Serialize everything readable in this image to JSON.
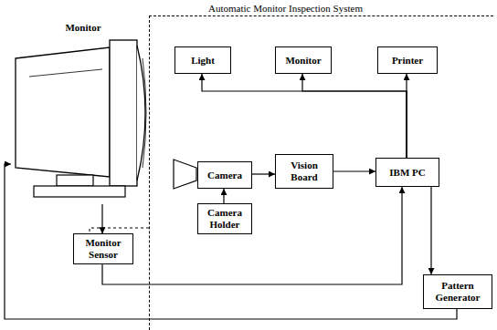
{
  "diagram": {
    "nodes": [
      {
        "text": [
          "Automatic Monitor Inspection System"
        ]
      },
      {
        "text": [
          "Light"
        ],
        "in": 0
      },
      {
        "text": [
          "Monitor"
        ],
        "in": 0
      },
      {
        "text": [
          "Printer"
        ],
        "in": 0
      },
      {
        "text": [
          "Monitor"
        ]
      },
      {
        "text": [
          "Camera"
        ],
        "in": 0
      },
      {
        "text": [
          "Vision Board"
        ],
        "in": 0
      },
      {
        "text": [
          "IBM PC"
        ],
        "in": 0
      },
      {
        "text": [
          "Camera Holder"
        ],
        "in": 0
      },
      {
        "text": [
          "Monitor Sensor"
        ]
      },
      {
        "text": [
          "Pattern Generator"
        ],
        "in": 0
      }
    ],
    "edges": [
      {
        "from": 7,
        "to": 1,
        "arrow": "to"
      },
      {
        "from": 7,
        "to": 2,
        "arrow": "to"
      },
      {
        "from": 7,
        "to": 3,
        "arrow": "to"
      },
      {
        "from": 5,
        "to": 6,
        "arrow": "to"
      },
      {
        "from": 6,
        "to": 7,
        "arrow": "to"
      },
      {
        "from": 8,
        "to": 5,
        "arrow": "to"
      },
      {
        "from": 4,
        "to": 9,
        "arrow": "to"
      },
      {
        "from": 9,
        "to": 7,
        "arrow": "to"
      },
      {
        "from": 7,
        "to": 10,
        "arrow": "to"
      },
      {
        "from": 10,
        "to": 4,
        "arrow": "to"
      }
    ]
  }
}
